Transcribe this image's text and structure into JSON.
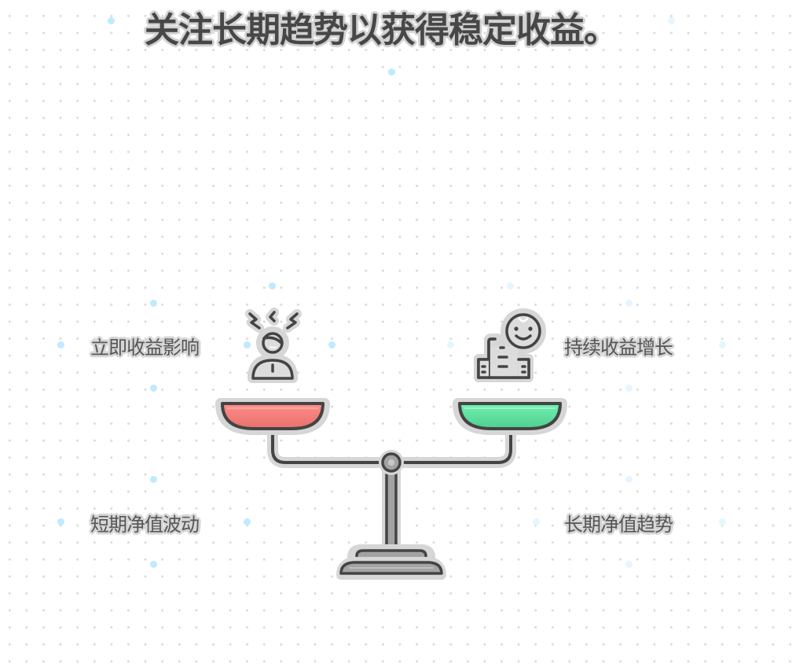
{
  "title": "关注长期趋势以获得稳定收益。",
  "left": {
    "top_label": "立即收益影响",
    "bottom_label": "短期净值波动",
    "icon": "stressed-person-icon",
    "pan_color": "#f47f7b"
  },
  "right": {
    "top_label": "持续收益增长",
    "bottom_label": "长期净值趋势",
    "icon": "happy-building-icon",
    "pan_color": "#5fe3a1"
  },
  "colors": {
    "outline": "#444444",
    "halo": "#d6d6d6",
    "stand": "#a3a3a3",
    "accent_dot": "#bfeaff"
  }
}
